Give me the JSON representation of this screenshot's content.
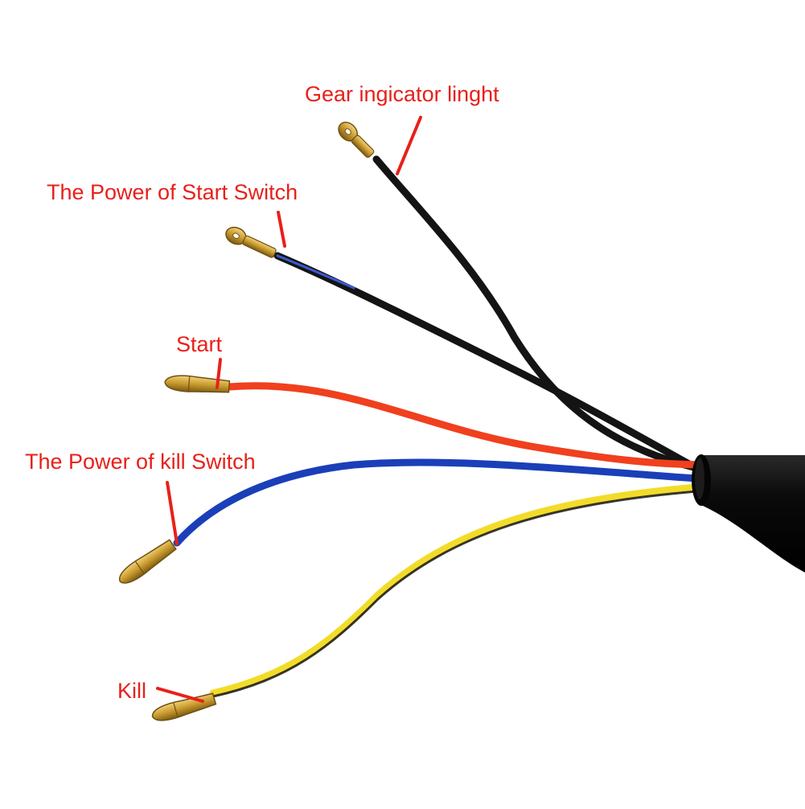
{
  "labels": {
    "gear_indicator": "Gear ingicator linght",
    "power_start_switch": "The Power of Start Switch",
    "start": "Start",
    "power_kill_switch": "The Power of kill Switch",
    "kill": "Kill"
  },
  "colors": {
    "label_text": "#e8201a",
    "pointer": "#e8201a",
    "wire_black": "#141414",
    "wire_red": "#f0401e",
    "wire_blue": "#1a3fb8",
    "wire_yellow": "#f2dc2a",
    "terminal_brass": "#c99a2e",
    "sheath": "#0a0a0a"
  },
  "wires": [
    {
      "name": "gear-indicator-wire",
      "color": "black"
    },
    {
      "name": "power-start-switch-wire",
      "color": "black-blue"
    },
    {
      "name": "start-wire",
      "color": "red"
    },
    {
      "name": "power-kill-switch-wire",
      "color": "blue"
    },
    {
      "name": "kill-wire",
      "color": "yellow-black"
    }
  ]
}
